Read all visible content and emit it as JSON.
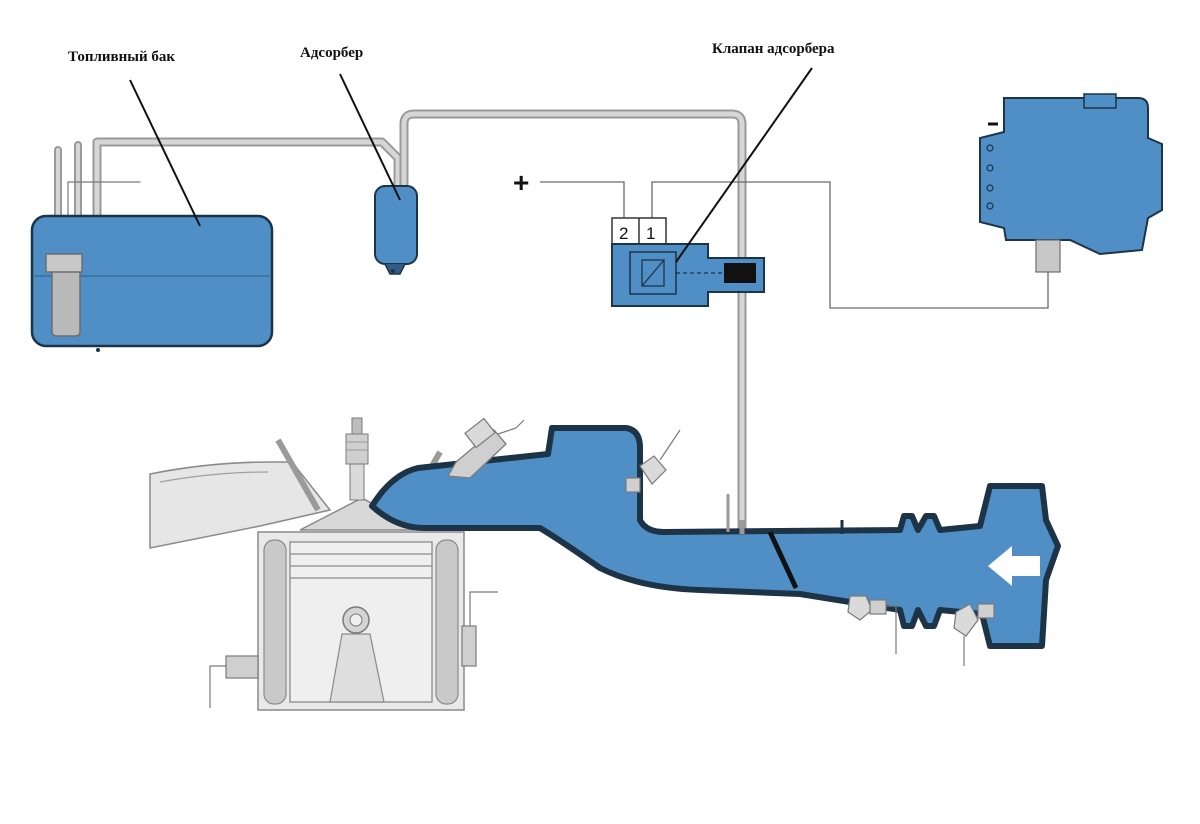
{
  "labels": {
    "fuel_tank": "Топливный бак",
    "adsorber": "Адсорбер",
    "adsorber_valve": "Клапан адсорбера"
  },
  "valve": {
    "pin_2": "2",
    "pin_1": "1"
  },
  "supply": {
    "plus": "+"
  },
  "colors": {
    "body_blue": "#4f8fc6",
    "outline": "#1d3447",
    "pipe_gray": "#c8c8c8",
    "metal_gray": "#b9b9b9",
    "leader": "#111111"
  }
}
